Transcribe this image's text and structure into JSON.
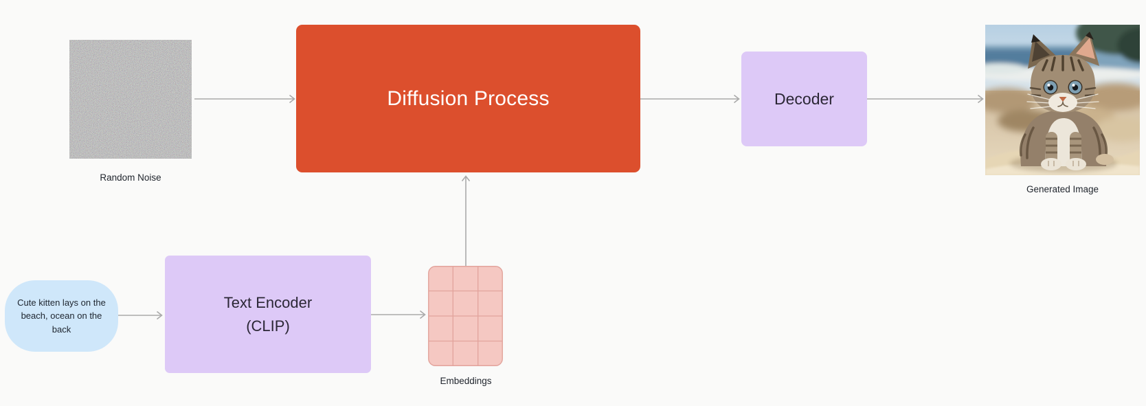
{
  "title": "Text-to-image diffusion pipeline diagram",
  "colors": {
    "background": "#fafaf9",
    "diffusion_box": "#dc4f2d",
    "purple_box": "#ddc9f7",
    "prompt_bubble": "#cfe7fa",
    "embeddings_fill": "#f5c8c2",
    "embeddings_grid_lines": "#e2a39c",
    "arrow": "#a9a9a9",
    "text_dark": "#21262e",
    "text_on_diffusion": "#ffffff"
  },
  "nodes": {
    "random_noise": {
      "caption": "Random Noise"
    },
    "diffusion": {
      "label": "Diffusion Process"
    },
    "decoder": {
      "label": "Decoder"
    },
    "generated_image": {
      "caption": "Generated Image"
    },
    "prompt": {
      "text": "Cute kitten lays on the beach, ocean on the back",
      "lines": [
        "Cute kitten lays on the",
        "beach, ocean on the",
        "back"
      ]
    },
    "text_encoder": {
      "lines": [
        "Text Encoder",
        "(CLIP)"
      ]
    },
    "embeddings": {
      "caption": "Embeddings",
      "grid_rows": 4,
      "grid_cols": 3
    }
  },
  "connections": [
    {
      "from": "random-noise",
      "to": "diffusion-process"
    },
    {
      "from": "diffusion-process",
      "to": "decoder"
    },
    {
      "from": "decoder",
      "to": "generated-image"
    },
    {
      "from": "prompt",
      "to": "text-encoder"
    },
    {
      "from": "text-encoder",
      "to": "embeddings"
    },
    {
      "from": "embeddings",
      "to": "diffusion-process"
    }
  ]
}
